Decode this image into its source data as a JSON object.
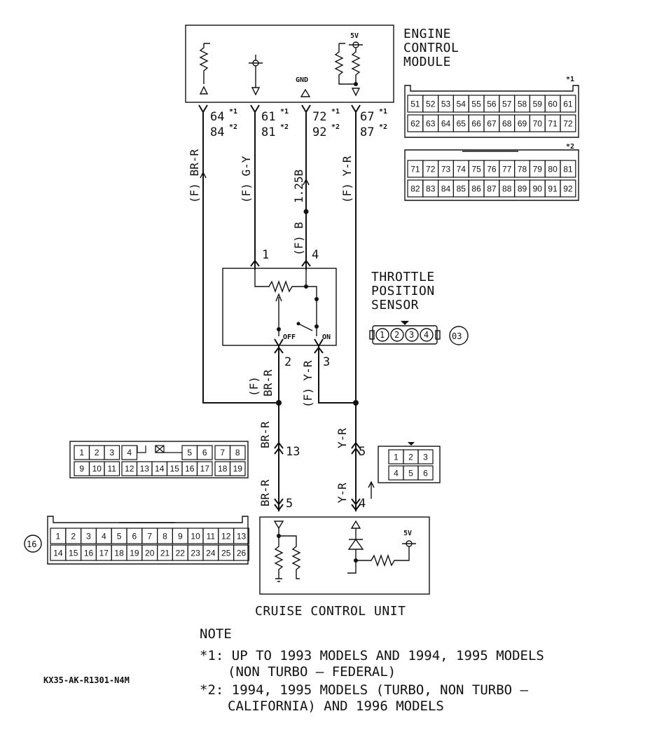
{
  "ecm": {
    "title": [
      "ENGINE",
      "CONTROL",
      "MODULE"
    ],
    "gnd": "GND",
    "v5": "5V",
    "pins": [
      {
        "a": "64",
        "b": "84",
        "wire": "(F) BR-R"
      },
      {
        "a": "61",
        "b": "81",
        "wire": "(F) G-Y"
      },
      {
        "a": "72",
        "b": "92",
        "wire": "1.25B"
      },
      {
        "a": "67",
        "b": "87",
        "wire": "(F) Y-R"
      }
    ],
    "mark1": "*1",
    "mark2": "*2"
  },
  "connector1": {
    "mark": "*1",
    "rows": [
      [
        "51",
        "52",
        "53",
        "54",
        "55",
        "56",
        "57",
        "58",
        "59",
        "60",
        "61"
      ],
      [
        "62",
        "63",
        "64",
        "65",
        "66",
        "67",
        "68",
        "69",
        "70",
        "71",
        "72"
      ]
    ]
  },
  "connector2": {
    "mark": "*2",
    "rows": [
      [
        "71",
        "72",
        "73",
        "74",
        "75",
        "76",
        "77",
        "78",
        "79",
        "80",
        "81"
      ],
      [
        "82",
        "83",
        "84",
        "85",
        "86",
        "87",
        "88",
        "89",
        "90",
        "91",
        "92"
      ]
    ]
  },
  "tps": {
    "title": [
      "THROTTLE",
      "POSITION",
      "SENSOR"
    ],
    "wire_b": "(F) B",
    "pin1": "1",
    "pin4": "4",
    "pin2": "2",
    "pin3": "3",
    "off": "OFF",
    "on": "ON",
    "wire_brr_f": "(F)",
    "wire_brr": "BR-R",
    "wire_yr": "(F) Y-R",
    "connector_pins": [
      "1",
      "2",
      "3",
      "4"
    ],
    "connector_id": "03"
  },
  "mid": {
    "brr_upper": "BR-R",
    "brr_lower": "BR-R",
    "yr_upper": "Y-R",
    "yr_lower": "Y-R",
    "pin13": "13",
    "pin5a": "5",
    "pin5b": "5",
    "pin4": "4"
  },
  "connector3": {
    "rows": [
      [
        "1",
        "2",
        "3",
        "4",
        "5",
        "6",
        "7",
        "8"
      ],
      [
        "9",
        "10",
        "11",
        "12",
        "13",
        "14",
        "15",
        "16",
        "17",
        "18",
        "19"
      ]
    ]
  },
  "connector4": {
    "rows": [
      [
        "1",
        "2",
        "3"
      ],
      [
        "4",
        "5",
        "6"
      ]
    ]
  },
  "connector5": {
    "id": "16",
    "rows": [
      [
        "1",
        "2",
        "3",
        "4",
        "5",
        "6",
        "7",
        "8",
        "9",
        "10",
        "11",
        "12",
        "13"
      ],
      [
        "14",
        "15",
        "16",
        "17",
        "18",
        "19",
        "20",
        "21",
        "22",
        "23",
        "24",
        "25",
        "26"
      ]
    ]
  },
  "ccu": {
    "title": "CRUISE CONTROL UNIT",
    "v5": "5V"
  },
  "note": {
    "heading": "NOTE",
    "line1": "*1: UP TO 1993 MODELS AND 1994, 1995 MODELS",
    "line2": "(NON TURBO – FEDERAL)",
    "line3": "*2: 1994, 1995 MODELS (TURBO, NON TURBO –",
    "line4": "CALIFORNIA) AND 1996 MODELS"
  },
  "figure_code": "KX35-AK-R1301-N4M"
}
